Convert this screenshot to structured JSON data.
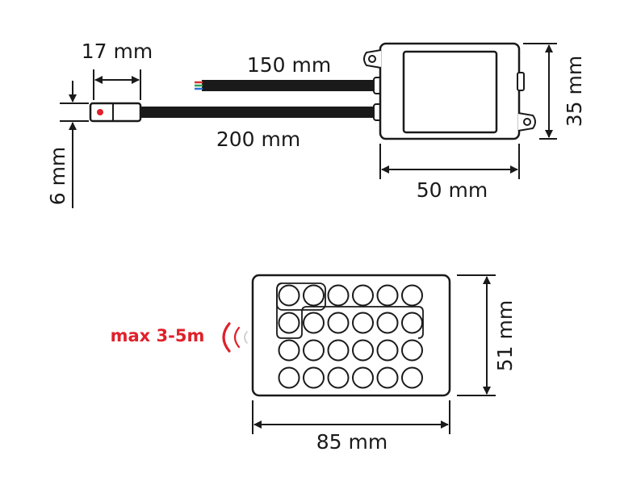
{
  "controller": {
    "sensor_length": "17 mm",
    "sensor_height": "6 mm",
    "cable_top_length": "150 mm",
    "cable_bottom_length": "200 mm",
    "box_width": "50 mm",
    "box_height": "35 mm"
  },
  "remote": {
    "width": "85 mm",
    "height": "51 mm",
    "range": "max 3-5m",
    "signal_glyph": "((",
    "button_rows": 4,
    "button_cols": 6
  },
  "colors": {
    "line": "#1a1a1a",
    "range_text": "#e0202a",
    "sensor_dot": "#e0202a",
    "wire_red": "#d9302c",
    "wire_green": "#2ea44f",
    "wire_blue": "#2f6fd6"
  }
}
